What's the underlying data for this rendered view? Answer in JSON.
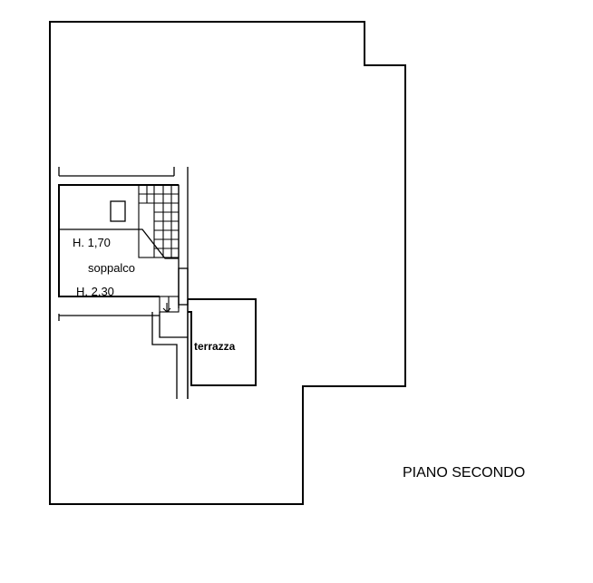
{
  "labels": {
    "height_upper": "H. 1,70",
    "room_name": "soppalco",
    "height_lower": "H. 2.30",
    "terrace": "terrazza",
    "floor_title": "PIANO SECONDO"
  },
  "colors": {
    "ink": "#000000",
    "paper": "#ffffff"
  }
}
